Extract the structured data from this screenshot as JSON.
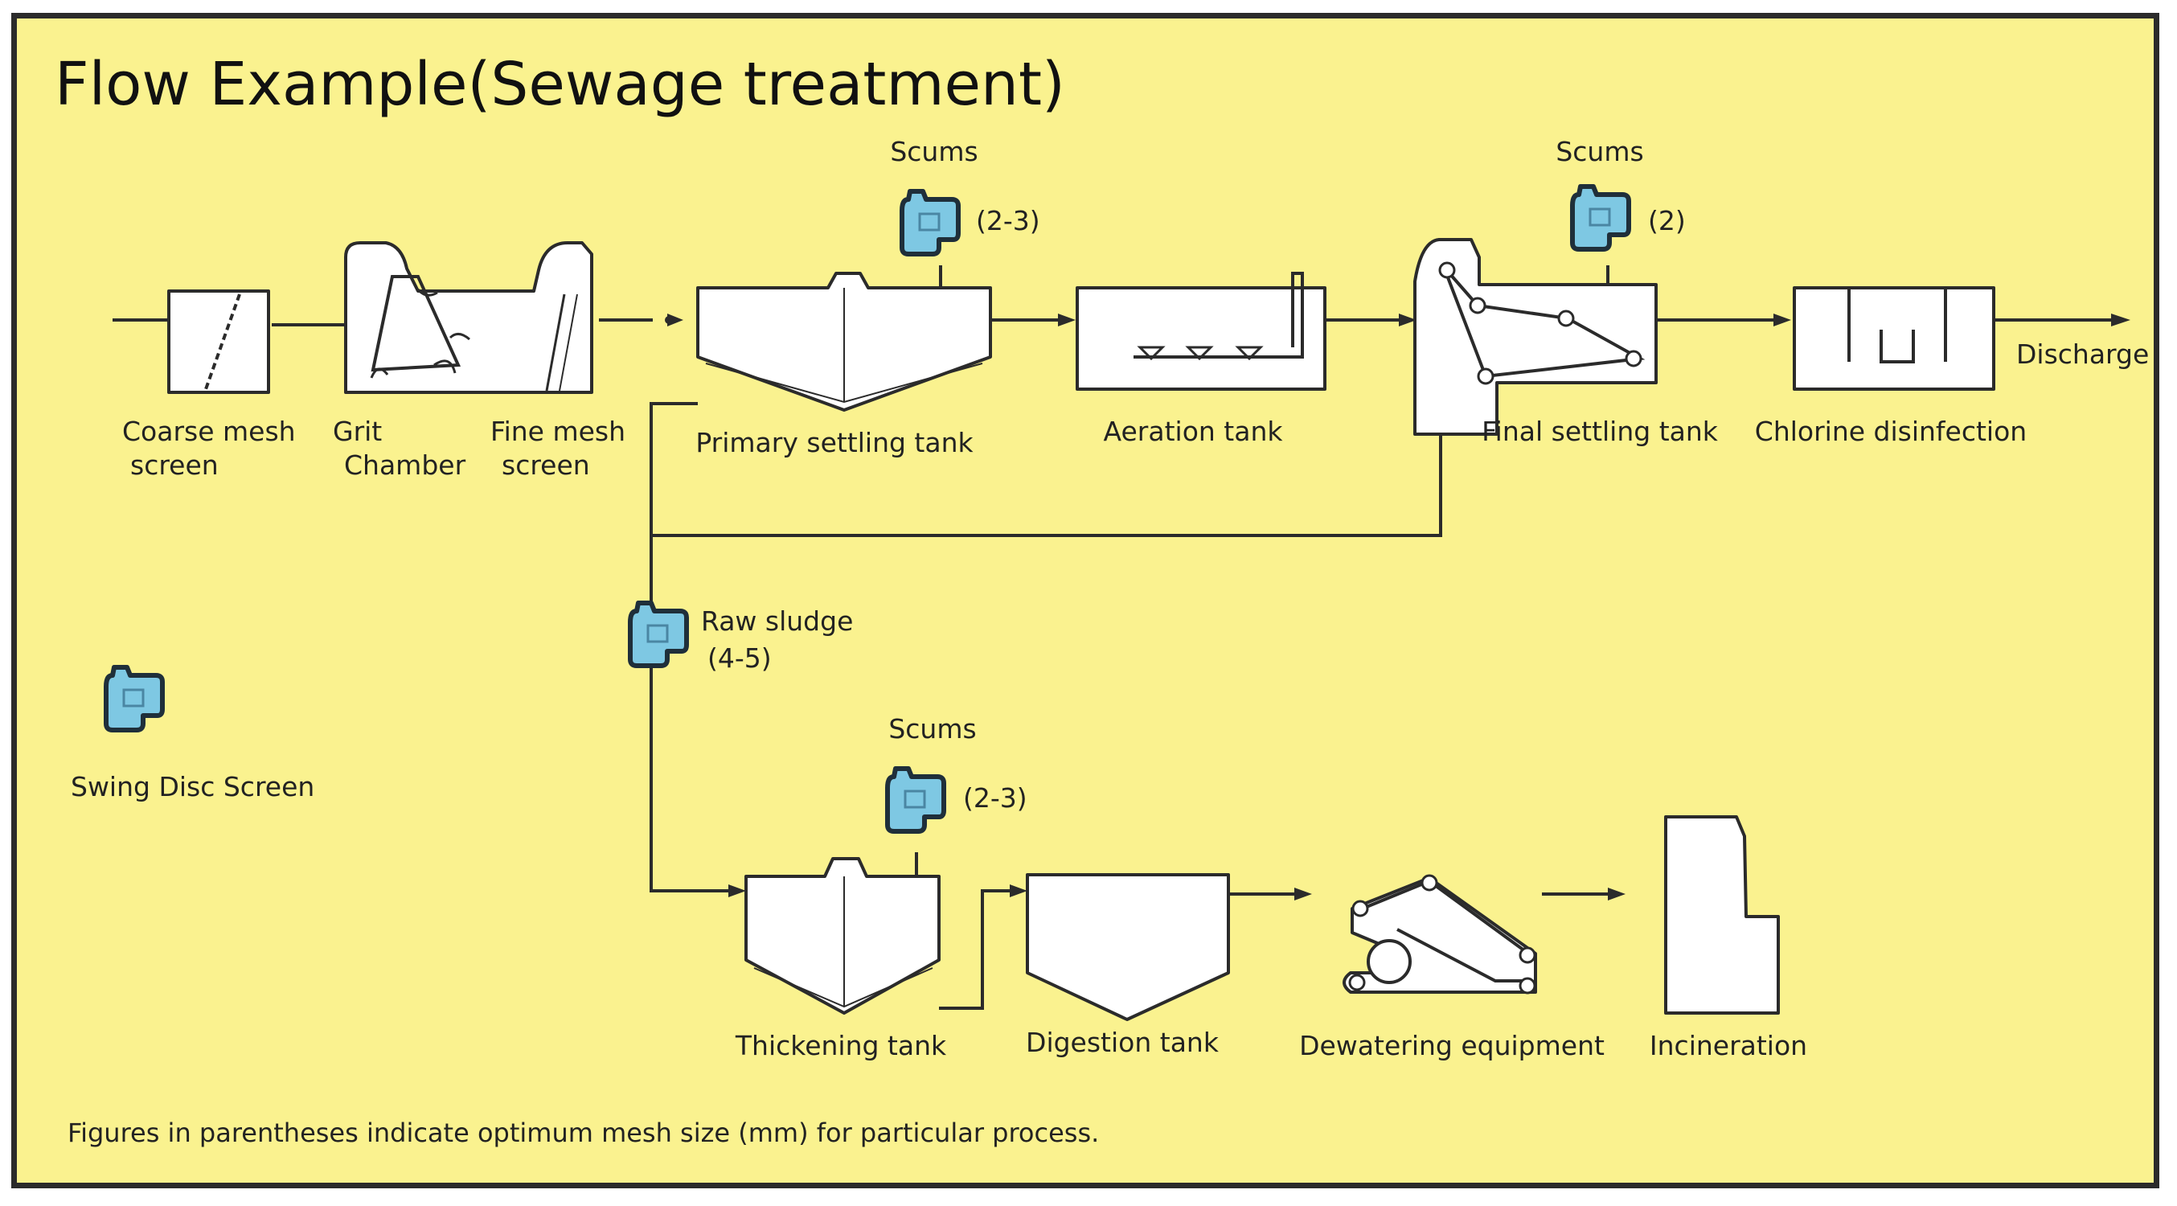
{
  "title": "Flow Example(Sewage treatment)",
  "colors": {
    "background": "#faf28f",
    "screen_icon": "#7ec8e3",
    "line": "#2b2b2b"
  },
  "icon": "swing-disc-screen-icon",
  "scums": {
    "primary": {
      "label": "Scums",
      "size": "(2-3)"
    },
    "final": {
      "label": "Scums",
      "size": "(2)"
    },
    "thickening": {
      "label": "Scums",
      "size": "(2-3)"
    }
  },
  "raw_sludge": {
    "label": "Raw sludge",
    "size": "(4-5)"
  },
  "stages": {
    "coarse_line1": "Coarse mesh",
    "coarse_line2": "screen",
    "grit_line1": "Grit",
    "grit_line2": "Chamber",
    "fine_line1": "Fine mesh",
    "fine_line2": "screen",
    "primary": "Primary settling tank",
    "aeration": "Aeration tank",
    "final": "Final settling tank",
    "chlorine": "Chlorine disinfection",
    "discharge": "Discharge",
    "thickening": "Thickening tank",
    "digestion": "Digestion tank",
    "dewatering": "Dewatering equipment",
    "incineration": "Incineration"
  },
  "legend": "Swing Disc Screen",
  "footnote": "Figures in parentheses indicate optimum mesh size (mm) for particular process."
}
